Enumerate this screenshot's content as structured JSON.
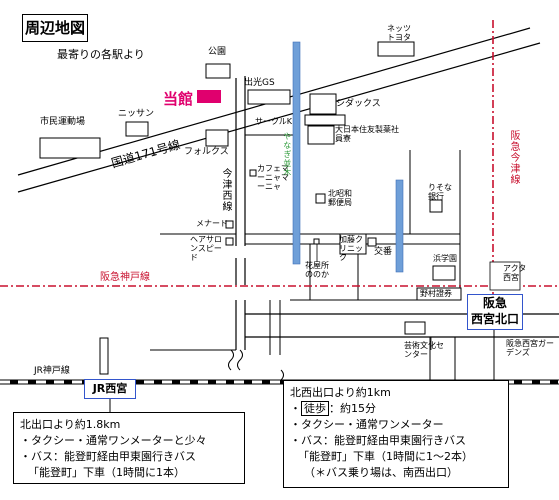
{
  "title": "周辺地図",
  "subtitle": "最寄りの各駅より",
  "hotel": "当館",
  "road_route171": "国道171号線",
  "rail_hankyu_kobe": "阪急神戸線",
  "rail_hankyu_imazu": "阪急今津線",
  "rail_jr_kobe": "JR神戸線",
  "street_imazu_nishi": "今津西線",
  "river_yanagi": "やなぎ並木",
  "landmarks": {
    "kouen": "公園",
    "idemitsu": "出光GS",
    "sidax": "シダックス",
    "circle_k": "サークルK",
    "dainippon": "大日本住友製薬社員寮",
    "shimin_undoujou": "市民運動場",
    "nissan": "ニッサン",
    "forks": "フォルクス",
    "netz": "ネッツトヨタ",
    "cafe": "カフェマーニャマーニャ",
    "kita_shouwa": "北昭和郵便局",
    "resona": "りそな銀行",
    "meinard": "メナード",
    "hair_salon": "ヘアサロンスピード",
    "katou_clinic": "加藤クリニック",
    "kouban": "交番",
    "hanaya": "花屋所ののか",
    "hamagaku": "浜学園",
    "nomura": "野村證券",
    "acta": "アクタ西宮",
    "geijutsu": "芸術文化センター",
    "hankyu_gardens": "阪急西宮ガーデンズ"
  },
  "stations": {
    "jr": "JR西宮",
    "hankyu_line1": "阪急",
    "hankyu_line2": "西宮北口"
  },
  "info_jr": {
    "head": "北出口より約1.8km",
    "line1": "・タクシー・通常ワンメーターと少々",
    "line2": "・バス：能登町経由甲東園行きバス",
    "line3": "「能登町」下車（1時間に1本）"
  },
  "info_hankyu": {
    "head": "北西出口より約1km",
    "line1_prefix": "・",
    "line1_walk": "徒歩",
    "line1_rest": "：約15分",
    "line2": "・タクシー・通常ワンメーター",
    "line3": "・バス：能登町経由甲東園行きバス",
    "line4": "「能登町」下車（1時間に1～2本）",
    "line5": "（＊バス乗り場は、南西出口）"
  },
  "colors": {
    "hotel": "#e0006e",
    "rail_red": "#c8102e",
    "river": "#6f9fd8",
    "station_border": "#3355cc"
  }
}
